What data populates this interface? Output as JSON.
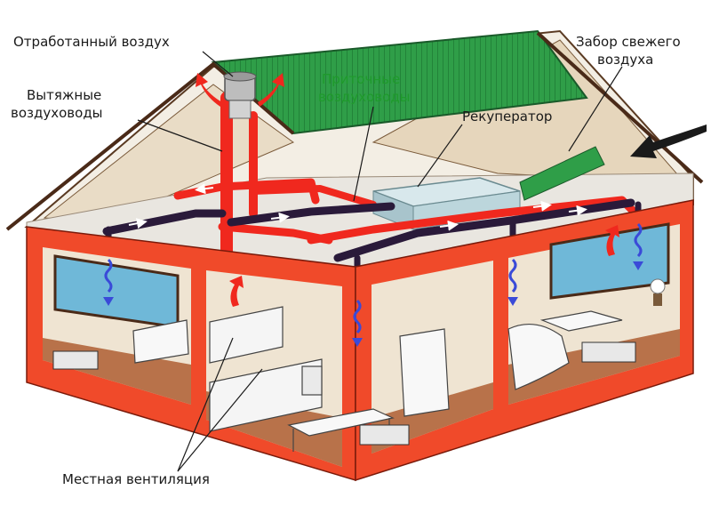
{
  "labels": {
    "exhaust_air": "Отработанный воздух",
    "exhaust_ducts": [
      "Вытяжные",
      "воздуховоды"
    ],
    "supply_ducts": [
      "Приточные",
      "воздуховоды"
    ],
    "recuperator": "Рекуператор",
    "fresh_air_intake": [
      "Забор свежего",
      "воздуха"
    ],
    "local_ventilation": "Местная вентиляция"
  },
  "colors": {
    "wall": "#f04a2a",
    "roof": "#2c9a45",
    "exhaust_duct": "#f0281e",
    "supply_duct": "#2a1a3a",
    "airflow_blue": "#3a4ad8",
    "window_glass": "#6fb8d8",
    "floor": "#b8724a",
    "attic": "#f2ece2",
    "label_green": "#1f9a2c"
  },
  "icons": [
    "air-arrow-icon",
    "wavy-airflow-icon",
    "fan-cap-icon"
  ]
}
